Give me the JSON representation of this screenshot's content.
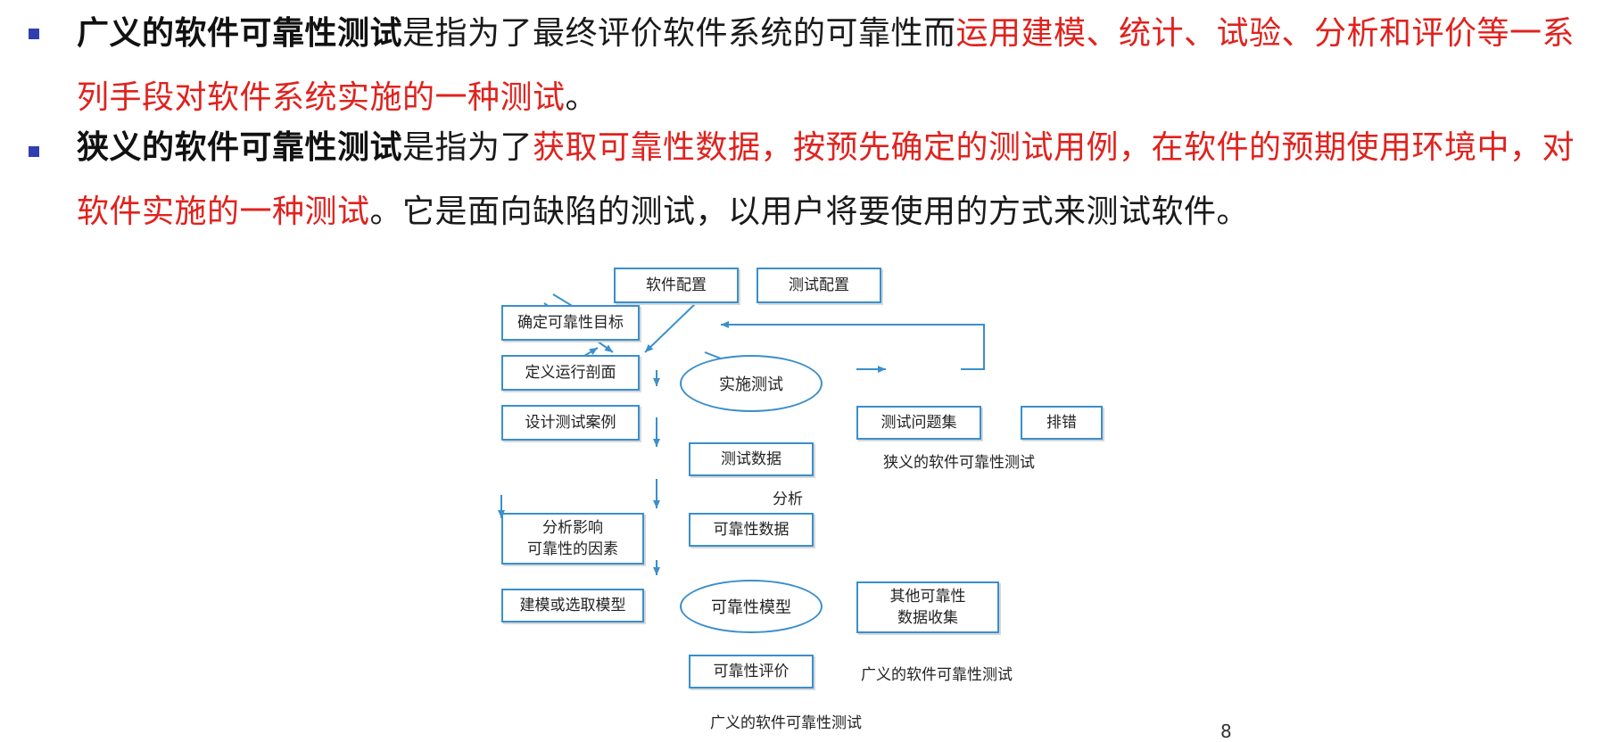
{
  "bullets": [
    {
      "bold": "广义的软件可靠性测试",
      "normal1": "是指为了最终评价软件系统的可靠性而",
      "red": "运用建模、统计、试验、分析和评价等一系列手段对软件系统实施的一种测试",
      "normal2": "。"
    },
    {
      "bold": "狭义的软件可靠性测试",
      "normal1": "是指为了",
      "red": "获取可靠性数据，按预先确定的测试用例，在软件的预期使用环境中，对软件实施的一种测试",
      "normal2": "。它是面向缺陷的测试，以用户将要使用的方式来测试软件。"
    }
  ],
  "diagram": {
    "software_config": "软件配置",
    "test_config": "测试配置",
    "determine_goal": "确定可靠性目标",
    "define_profile": "定义运行剖面",
    "design_cases": "设计测试案例",
    "execute_test": "实施测试",
    "problem_set": "测试问题集",
    "debug": "排错",
    "narrow_caption": "狭义的软件可靠性测试",
    "test_data": "测试数据",
    "analysis": "分析",
    "reliability_data": "可靠性数据",
    "analyze_factors_l1": "分析影响",
    "analyze_factors_l2": "可靠性的因素",
    "build_model": "建模或选取模型",
    "reliability_model": "可靠性模型",
    "other_data_l1": "其他可靠性",
    "other_data_l2": "数据收集",
    "evaluate": "可靠性评价",
    "broad_caption_right": "广义的软件可靠性测试",
    "broad_caption_bottom": "广义的软件可靠性测试"
  },
  "page_number": "8",
  "colors": {
    "red": "#e0221e",
    "bullet": "#2f3fb0",
    "line": "#3a8fcc"
  }
}
